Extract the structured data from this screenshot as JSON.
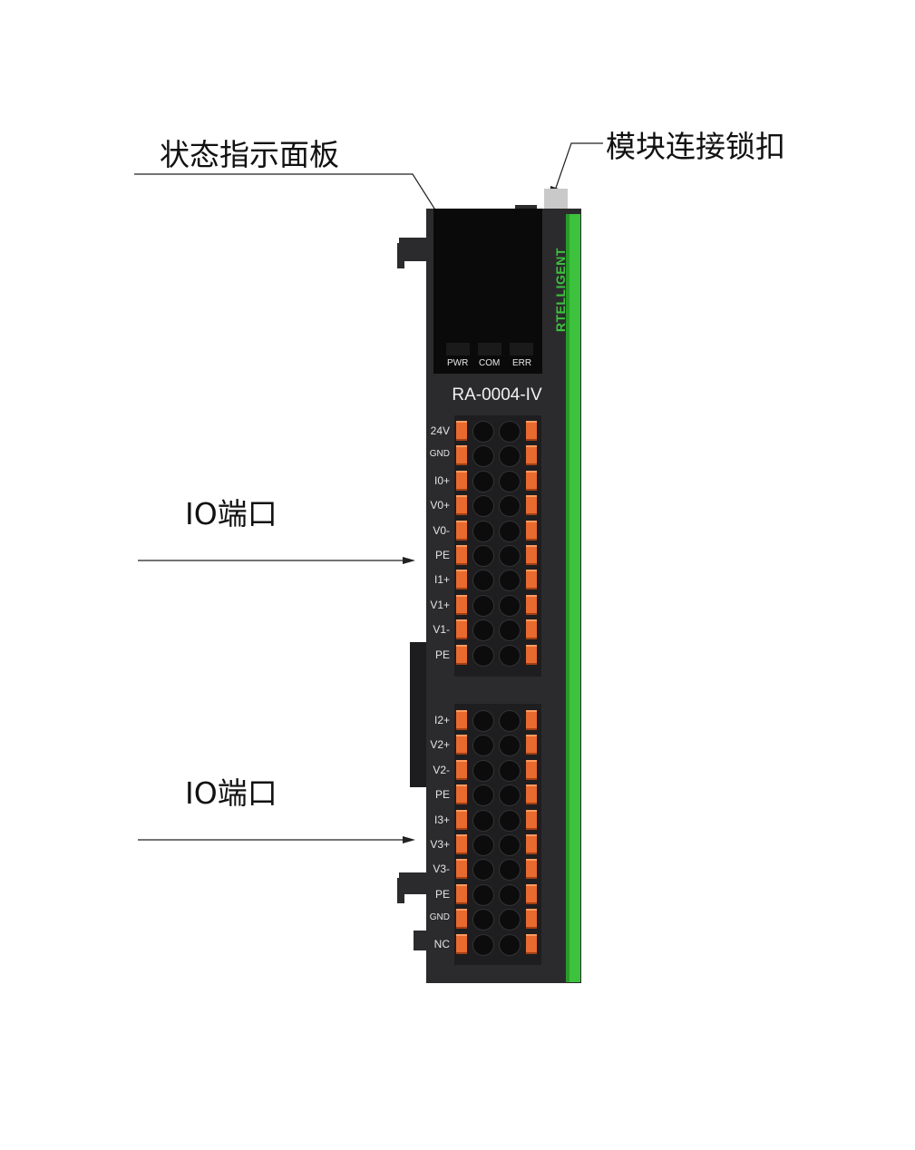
{
  "callouts": {
    "status_panel": "状态指示面板",
    "module_lock": "模块连接锁扣",
    "io_port_1": "IO端口",
    "io_port_2": "IO端口"
  },
  "module": {
    "brand": "RTELLIGENT",
    "model": "RA-0004-IV",
    "leds": [
      "PWR",
      "COM",
      "ERR"
    ],
    "accent_color": "#3cc23c",
    "body_color": "#2b2b2d",
    "terminal_color": "#e86a2e"
  },
  "terminals": {
    "upper": [
      "24V",
      "GND",
      "I0+",
      "V0+",
      "V0-",
      "PE",
      "I1+",
      "V1+",
      "V1-",
      "PE"
    ],
    "lower": [
      "I2+",
      "V2+",
      "V2-",
      "PE",
      "I3+",
      "V3+",
      "V3-",
      "PE",
      "GND",
      "NC"
    ]
  }
}
